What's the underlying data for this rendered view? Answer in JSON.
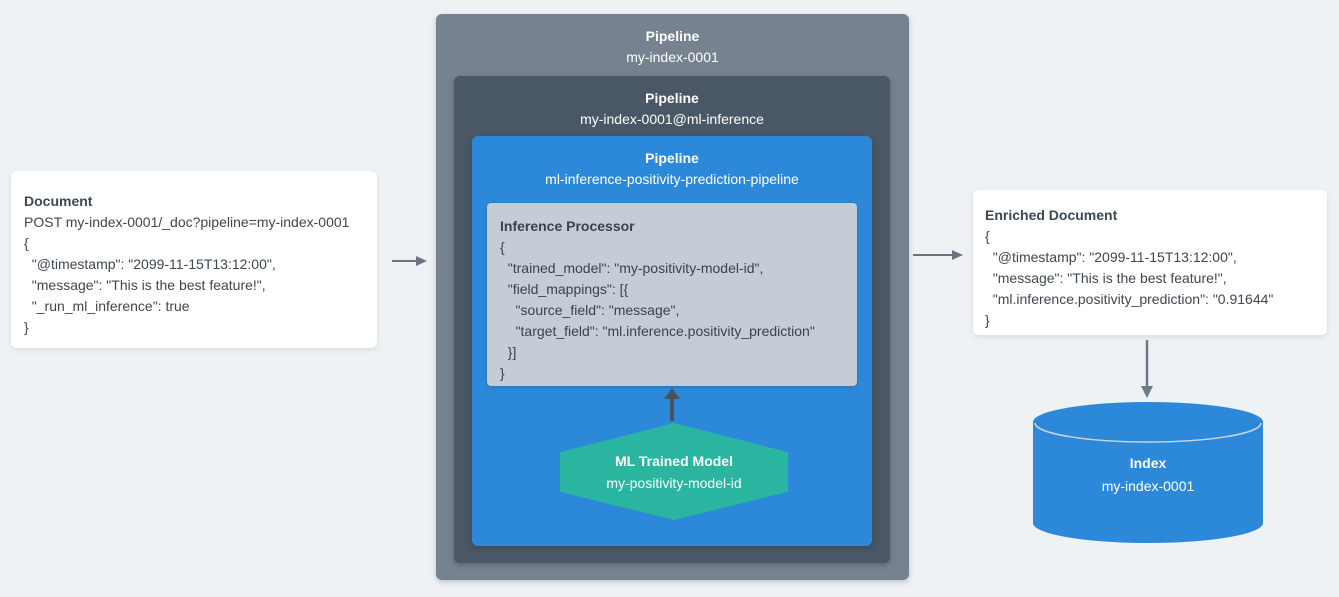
{
  "source_document": {
    "title": "Document",
    "lines": [
      "POST my-index-0001/_doc?pipeline=my-index-0001",
      "{",
      "  \"@timestamp\": \"2099-11-15T13:12:00\",",
      "  \"message\": \"This is the best feature!\",",
      "  \"_run_ml_inference\": true",
      "}"
    ]
  },
  "outer_pipeline": {
    "label": "Pipeline",
    "name": "my-index-0001"
  },
  "inference_pipeline": {
    "label": "Pipeline",
    "name": "my-index-0001@ml-inference"
  },
  "prediction_pipeline": {
    "label": "Pipeline",
    "name": "ml-inference-positivity-prediction-pipeline"
  },
  "inference_processor": {
    "title": "Inference Processor",
    "lines": [
      "{",
      "  \"trained_model\": \"my-positivity-model-id\",",
      "  \"field_mappings\": [{",
      "    \"source_field\": \"message\",",
      "    \"target_field\": \"ml.inference.positivity_prediction\"",
      "  }]",
      "}"
    ]
  },
  "ml_model": {
    "label": "ML Trained Model",
    "name": "my-positivity-model-id"
  },
  "enriched_document": {
    "title": "Enriched Document",
    "lines": [
      "{",
      "  \"@timestamp\": \"2099-11-15T13:12:00\",",
      "  \"message\": \"This is the best feature!\",",
      "  \"ml.inference.positivity_prediction\": \"0.91644\"",
      "}"
    ]
  },
  "index": {
    "label": "Index",
    "name": "my-index-0001"
  },
  "colors": {
    "background": "#eef2f5",
    "outer_pipeline_box": "#76828f",
    "inference_pipeline_box": "#4a5766",
    "prediction_pipeline_box": "#2c89d9",
    "processor_box": "#c4cdd6",
    "ml_model_hexagon": "#2ab5a0",
    "index_cylinder": "#2c89d9",
    "arrow": "#6a7584",
    "arrow_dark": "#49525f",
    "card_text": "#3d4752",
    "header_text": "#ffffff"
  }
}
